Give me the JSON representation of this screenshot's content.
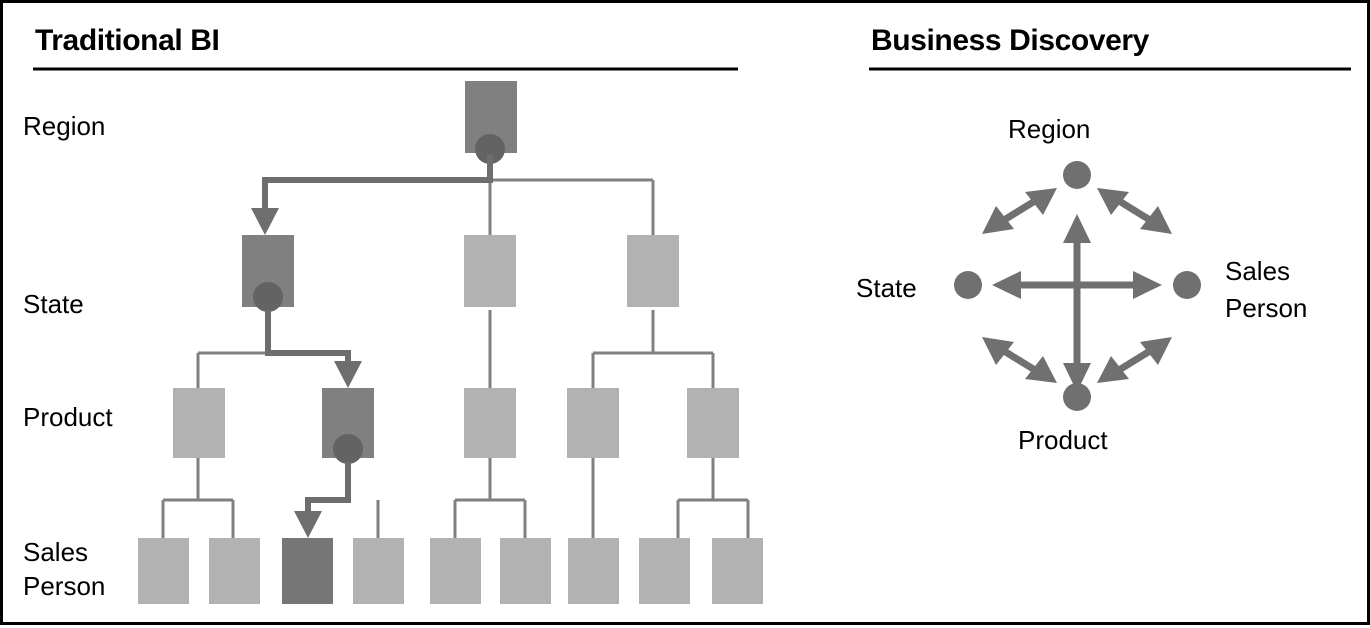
{
  "figure": {
    "kind": "comparison-diagram",
    "panels": [
      {
        "id": "traditional-bi",
        "title": "Traditional BI",
        "row_labels": [
          "Region",
          "State",
          "Product",
          "Sales\nPerson"
        ],
        "rows": [
          {
            "label": "Region",
            "label_line1": "Region",
            "label_line2": "",
            "node_count": 1,
            "highlighted_index": 0
          },
          {
            "label": "State",
            "label_line1": "State",
            "label_line2": "",
            "node_count": 3,
            "highlighted_index": 0
          },
          {
            "label": "Product",
            "label_line1": "Product",
            "label_line2": "",
            "node_count": 5,
            "highlighted_index": 1
          },
          {
            "label": "Sales Person",
            "label_line1": "Sales",
            "label_line2": "Person",
            "node_count": 9,
            "highlighted_index": 2
          }
        ],
        "drill_path": [
          "Region",
          "State",
          "Product",
          "Sales Person"
        ]
      },
      {
        "id": "business-discovery",
        "title": "Business Discovery",
        "nodes": [
          {
            "id": "region",
            "label_line1": "Region",
            "label_line2": "",
            "position": "top"
          },
          {
            "id": "state",
            "label_line1": "State",
            "label_line2": "",
            "position": "left"
          },
          {
            "id": "sales-person",
            "label_line1": "Sales",
            "label_line2": "Person",
            "position": "right"
          },
          {
            "id": "product",
            "label_line1": "Product",
            "label_line2": "",
            "position": "bottom"
          }
        ],
        "connections": [
          {
            "from": "state",
            "to": "sales-person",
            "bidirectional": true
          },
          {
            "from": "region",
            "to": "product",
            "bidirectional": true
          },
          {
            "from": "state",
            "to": "region",
            "bidirectional": true
          },
          {
            "from": "region",
            "to": "sales-person",
            "bidirectional": true
          },
          {
            "from": "state",
            "to": "product",
            "bidirectional": true
          },
          {
            "from": "product",
            "to": "sales-person",
            "bidirectional": true
          }
        ]
      }
    ],
    "colors": {
      "node_light": "#b2b2b2",
      "node_mid": "#808080",
      "node_dark": "#767676",
      "marker_dot": "#636363",
      "connector": "#808080",
      "highlight_connector": "#6e6e6e",
      "discovery_node": "#707070",
      "rule": "#000000",
      "background": "#ffffff",
      "text": "#000000"
    }
  }
}
